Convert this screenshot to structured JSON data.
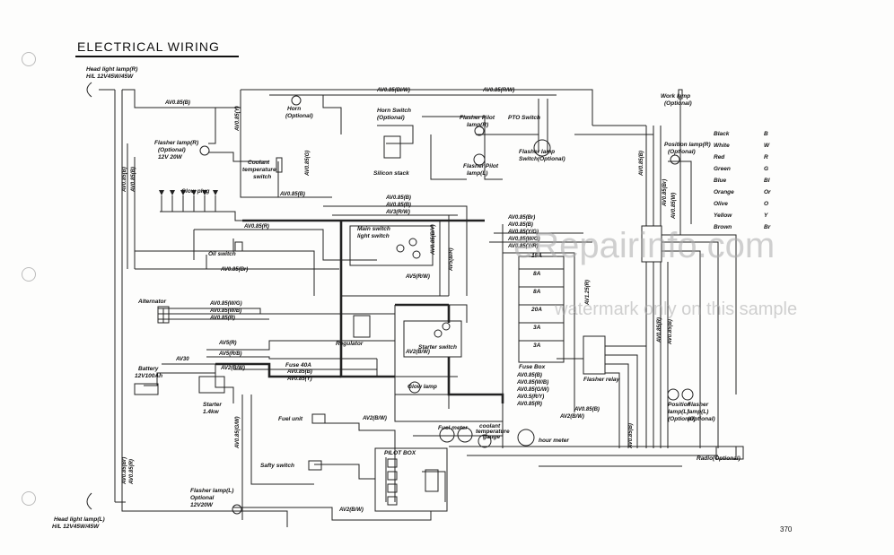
{
  "title": "ELECTRICAL WIRING",
  "page_number": "370",
  "watermark": {
    "line1": "eRepairinfo.com",
    "line2": "watermark only on this sample"
  },
  "components": {
    "headlamp_r": "Head light lamp(R)",
    "headlamp_r_spec": "H/L 12V45W/45W",
    "headlamp_l": "Head light lamp(L)",
    "headlamp_l_spec": "H/L 12V45W/45W",
    "flasher_r": "Flasher lamp(R)",
    "flasher_r_opt": "(Optional)",
    "flasher_r_spec": "12V 20W",
    "flasher_l": "Flasher lamp(L)",
    "flasher_l_opt": "Optional",
    "flasher_l_spec": "12V20W",
    "glow_plug": "Glow plug",
    "oil_switch": "Oil switch",
    "alternator": "Alternator",
    "battery": "Battery",
    "battery_spec": "12V100Ah",
    "starter": "Starter",
    "starter_spec": "1.4kw",
    "horn": "Horn",
    "horn_opt": "(Optional)",
    "coolant_temp": "Coolant",
    "coolant_temp2": "temperature",
    "coolant_temp3": "switch",
    "horn_switch": "Horn Switch",
    "horn_switch_opt": "(Optional)",
    "silicon_stack": "Silicon stack",
    "flasher_pilot_r": "Flasher Pilot",
    "flasher_pilot_r2": "lamp(R)",
    "flasher_pilot_l": "Flasher Pilot",
    "flasher_pilot_l2": "lamp(L)",
    "pto_switch": "PTO Switch",
    "flasher_lamp_switch": "Flasher lamp",
    "flasher_lamp_switch2": "Switch(Optional)",
    "main_switch": "Main switch",
    "light_switch": "light switch",
    "regulator": "Regulator",
    "fuse_40a": "Fuse 40A",
    "starter_switch": "Starter switch",
    "glow_lamp": "Glow lamp",
    "fuse_box": "Fuse Box",
    "fuel_unit": "Fuel unit",
    "fuel_meter": "Fuel meter",
    "coolant_gauge": "coolant",
    "coolant_gauge2": "temperature",
    "coolant_gauge3": "gauge",
    "hour_meter": "hour meter",
    "pilot_box": "PILOT BOX",
    "safety_switch": "Safty switch",
    "work_lamp": "Work lamp",
    "work_lamp_opt": "(Optional)",
    "position_lamp_r": "Position lamp(R)",
    "position_lamp_r_opt": "(Optional)",
    "flasher_relay": "Flasher relay",
    "position_lamp_l": "Position",
    "position_lamp_l2": "lamp(L)",
    "position_lamp_l_opt": "(Optional)",
    "flasher_lamp_small": "Flasher",
    "flasher_lamp_small2": "lamp(L)",
    "flasher_lamp_small_opt": "(Optional)",
    "radio": "Radio(Optional)"
  },
  "fuses": [
    "15A",
    "8A",
    "8A",
    "20A",
    "3A",
    "3A"
  ],
  "wires": {
    "w1": "AV0.85(B)",
    "w2": "AV0.85(Bl/W)",
    "w3": "AV0.85(R/W)",
    "w4": "AV0.85(B)",
    "w5": "AV0.85(B)",
    "w6": "AV0.85(Br)",
    "w7": "AV0.85(R)",
    "w8": "AV0.85(Y)",
    "w9": "AV0.85(G)",
    "w10": "AV0.85(B)",
    "w11": "AV0.85(R)",
    "w12": "AV0.85(Br)",
    "w13": "AV0.85(W/G)",
    "w14": "AV0.85(W/B)",
    "w15": "AV0.85(R)",
    "w16": "AV5(R)",
    "w17": "AV5(R/B)",
    "w18": "AV30",
    "w19": "AV2(B/W)",
    "w20": "AV0.85(B)",
    "w21": "AV0.85(B)",
    "w22": "AV3(R/W)",
    "w23": "AV5(R/W)",
    "w24": "AV0.85(B/Y)",
    "w25": "AV5(B/R)",
    "w26": "AV0.85(Br)",
    "w27": "AV0.85(B)",
    "w28": "AV0.85(Y/G)",
    "w29": "AV0.85(W/G)",
    "w30": "AV0.85(Y/R)",
    "w31": "AV2(B/W)",
    "w32": "AV0.85(B)",
    "w33": "AV0.85(Y)",
    "w34": "AV2(B/W)",
    "w35": "AV1.25(R)",
    "w36": "AV0.85(B)",
    "w37": "AV0.85(W/B)",
    "w38": "AV0.85(G/W)",
    "w39": "AV0.5(R/Y)",
    "w40": "AV0.85(R)",
    "w41": "AV0.85(B)",
    "w42": "AV0.85(G/W)",
    "w43": "AV2(B/W)",
    "w44": "AV2(B/W)",
    "w45": "AV0.85(B)",
    "w46": "AV0.85(Br)",
    "w47": "AV0.85(W)",
    "w48": "AV0.85(R)",
    "w49": "AV0.85(B)",
    "w50": "AV0.85(B)"
  },
  "legend": [
    {
      "name": "Black",
      "code": "B"
    },
    {
      "name": "White",
      "code": "W"
    },
    {
      "name": "Red",
      "code": "R"
    },
    {
      "name": "Green",
      "code": "G"
    },
    {
      "name": "Blue",
      "code": "Bl"
    },
    {
      "name": "Orange",
      "code": "Or"
    },
    {
      "name": "Olive",
      "code": "O"
    },
    {
      "name": "Yellow",
      "code": "Y"
    },
    {
      "name": "Brown",
      "code": "Br"
    }
  ]
}
